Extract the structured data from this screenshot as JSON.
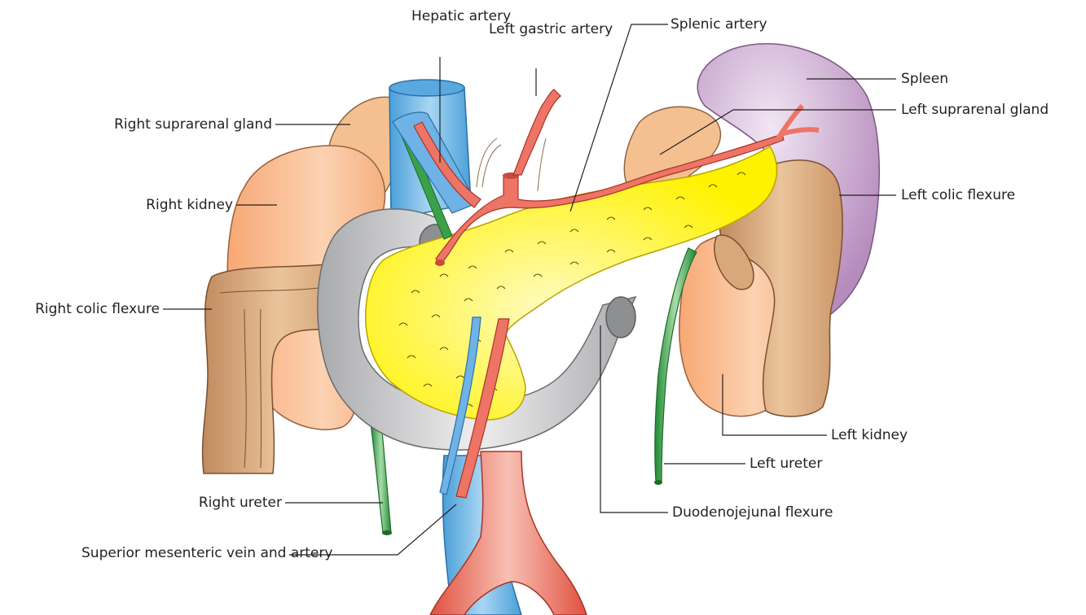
{
  "labels": {
    "hepatic_artery_1": "Hepatic",
    "hepatic_artery_2": "artery",
    "left_gastric_artery_1": "Left gastric",
    "left_gastric_artery_2": "artery",
    "splenic_artery": "Splenic artery",
    "spleen": "Spleen",
    "left_suprarenal_gland": "Left suprarenal gland",
    "right_suprarenal_gland": "Right suprarenal gland",
    "right_kidney": "Right kidney",
    "left_colic_flexure": "Left colic flexure",
    "right_colic_flexure": "Right colic flexure",
    "left_kidney": "Left kidney",
    "left_ureter": "Left ureter",
    "right_ureter": "Right ureter",
    "duodenojejunal_flexure": "Duodenojejunal flexure",
    "sup_mesenteric_1": "Superior mesenteric",
    "sup_mesenteric_2": "vein and artery"
  },
  "colors": {
    "pancreas": "#fff200",
    "pancreas_center": "#fff9a8",
    "kidney": "#f8b888",
    "colon": "#d8a87a",
    "spleen": "#c8a0cc",
    "duodenum": "#c8c9cb",
    "vein": "#6fb3e6",
    "artery": "#ee7466",
    "ureter": "#3aa04a",
    "suprarenal": "#f4c090"
  }
}
